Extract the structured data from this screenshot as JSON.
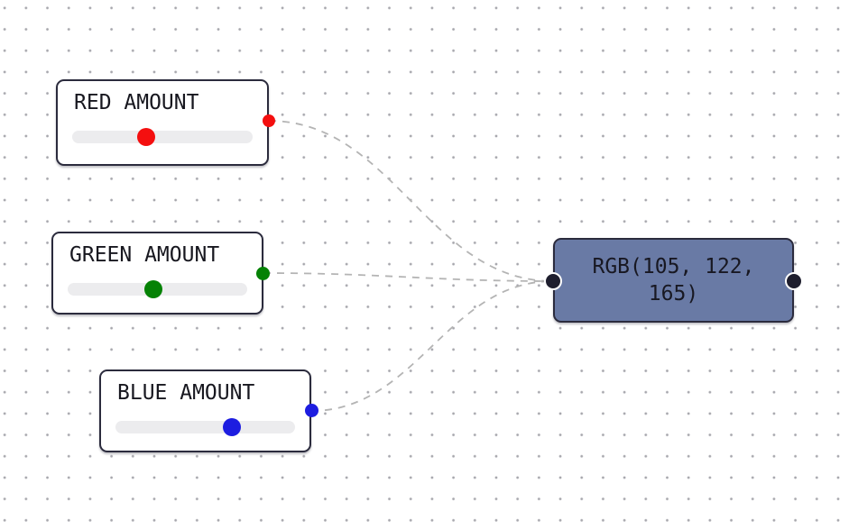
{
  "canvas": {
    "background": "#ffffff",
    "dot_color": "#a6a6ac"
  },
  "nodes": [
    {
      "id": "red",
      "title": "RED AMOUNT",
      "value": 105,
      "max": 255,
      "color": "#f40f0f"
    },
    {
      "id": "green",
      "title": "GREEN AMOUNT",
      "value": 122,
      "max": 255,
      "color": "#058205"
    },
    {
      "id": "blue",
      "title": "BLUE AMOUNT",
      "value": 165,
      "max": 255,
      "color": "#1d1de0"
    }
  ],
  "rgb_node": {
    "label": "RGB(105, 122, 165)",
    "red": 105,
    "green": 122,
    "blue": 165,
    "fill": "#697aa5",
    "text_color": "#181822",
    "port_color": "#1e1e2e"
  },
  "wires": {
    "color": "#b4b4b4",
    "style": "dashed"
  }
}
